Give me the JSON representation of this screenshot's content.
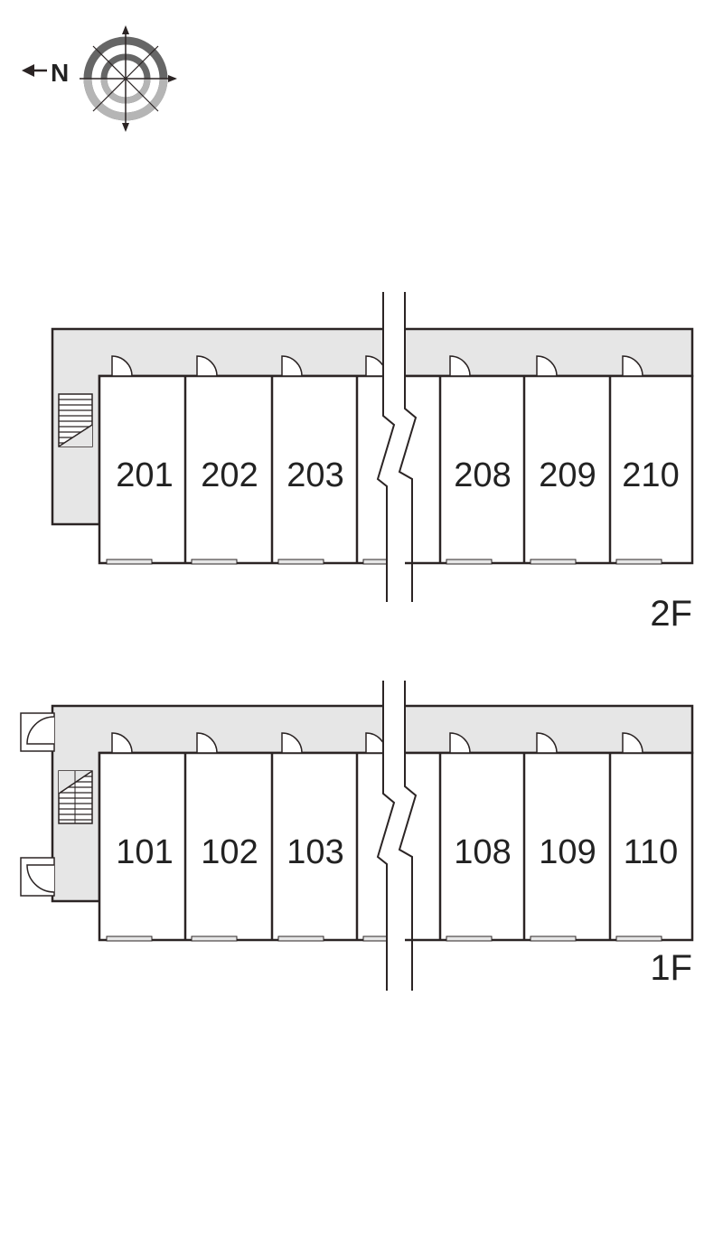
{
  "compass": {
    "north_label": "N"
  },
  "floors": [
    {
      "id": "2F",
      "label": "2F",
      "rooms": [
        "201",
        "202",
        "203",
        "208",
        "209",
        "210"
      ]
    },
    {
      "id": "1F",
      "label": "1F",
      "rooms": [
        "101",
        "102",
        "103",
        "108",
        "109",
        "110"
      ]
    }
  ],
  "colors": {
    "line": "#2b2424",
    "corridor": "#e6e6e6",
    "compass_gray": "#b5b5b5",
    "compass_dark": "#666666"
  }
}
